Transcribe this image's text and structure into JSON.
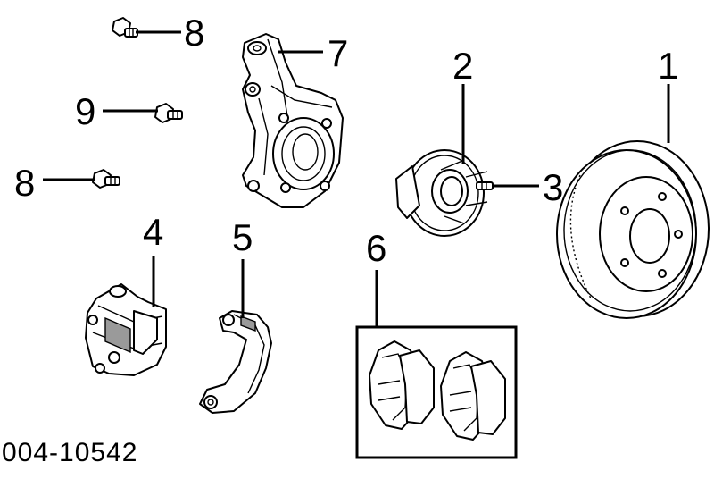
{
  "diagram": {
    "code": "004-10542",
    "callouts": [
      {
        "id": "rotor",
        "label": "1"
      },
      {
        "id": "hub",
        "label": "2"
      },
      {
        "id": "stud",
        "label": "3"
      },
      {
        "id": "caliper",
        "label": "4"
      },
      {
        "id": "bracket",
        "label": "5"
      },
      {
        "id": "pads",
        "label": "6"
      },
      {
        "id": "knuckle",
        "label": "7"
      },
      {
        "id": "bolt-top",
        "label": "8"
      },
      {
        "id": "bolt-mid",
        "label": "9"
      },
      {
        "id": "bolt-left",
        "label": "8"
      }
    ]
  }
}
